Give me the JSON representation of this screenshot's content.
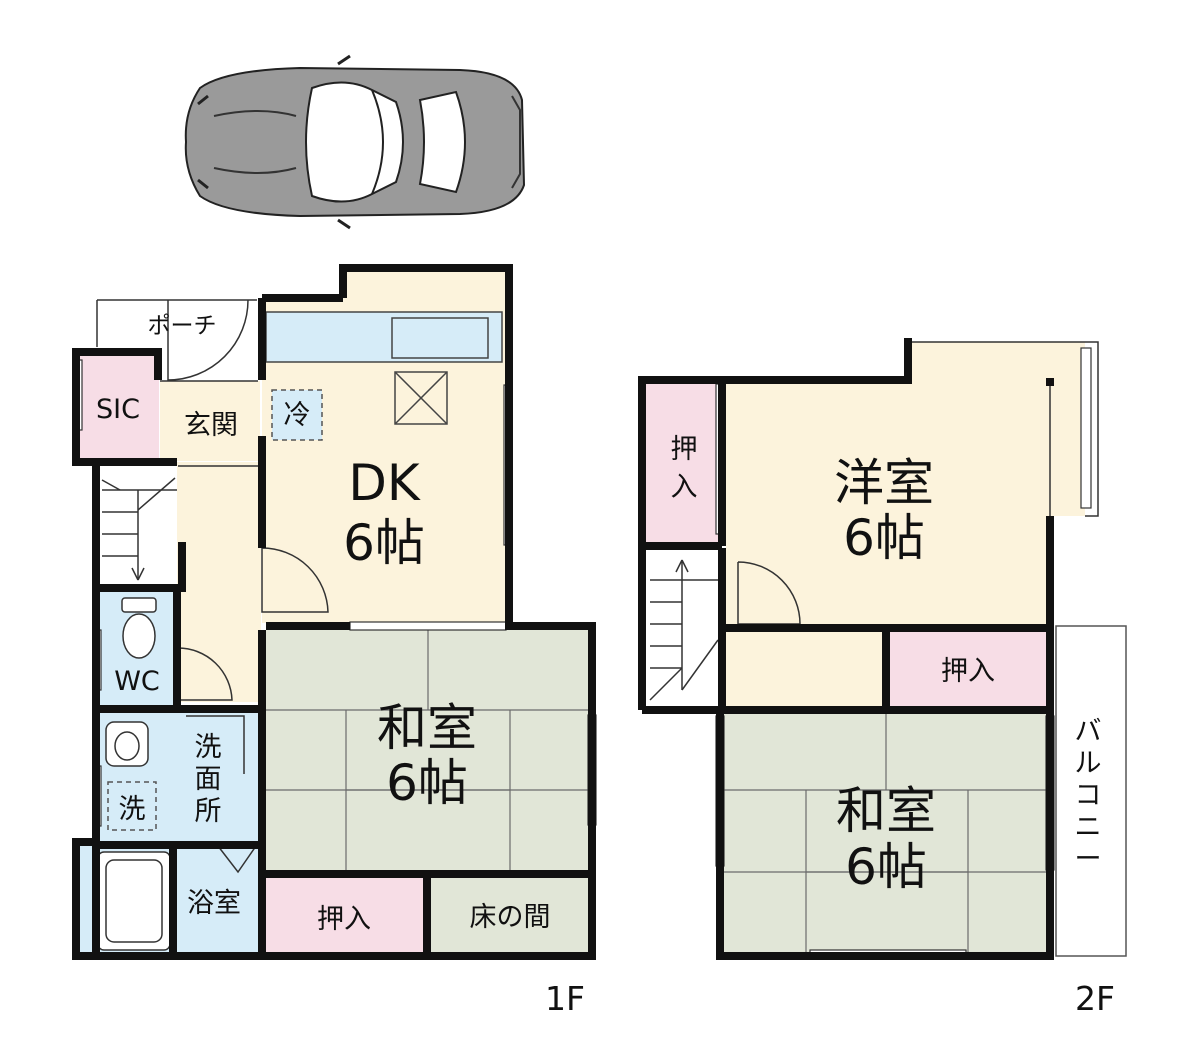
{
  "colors": {
    "wood_floor": "#fcf3dc",
    "tatami": "#e1e6d7",
    "closet_pink": "#f7dde6",
    "water_blue": "#d6ecf8",
    "wall": "#111111",
    "car_body": "#9a9a9a"
  },
  "icons": {
    "car": "car-icon",
    "range_hood": "range-hood-icon",
    "toilet": "toilet-icon",
    "sink": "sink-icon",
    "bathtub": "bathtub-icon",
    "stairs": "stairs-icon"
  },
  "first_floor": {
    "floor_label": "1F",
    "rooms": {
      "porch": "ポーチ",
      "sic": "SIC",
      "entrance": "玄関",
      "fridge": "冷",
      "dk_name": "DK",
      "dk_size": "6帖",
      "washitsu_name": "和室",
      "washitsu_size": "6帖",
      "wc": "WC",
      "washroom": [
        "洗",
        "面",
        "所"
      ],
      "washer": "洗",
      "bath": "浴室",
      "closet": "押入",
      "tokonoma": "床の間"
    }
  },
  "second_floor": {
    "floor_label": "2F",
    "rooms": {
      "closet_left": [
        "押",
        "入"
      ],
      "western_name": "洋室",
      "western_size": "6帖",
      "closet_mid": "押入",
      "washitsu_name": "和室",
      "washitsu_size": "6帖",
      "balcony": [
        "バ",
        "ル",
        "コ",
        "ニ",
        "ー"
      ]
    }
  }
}
